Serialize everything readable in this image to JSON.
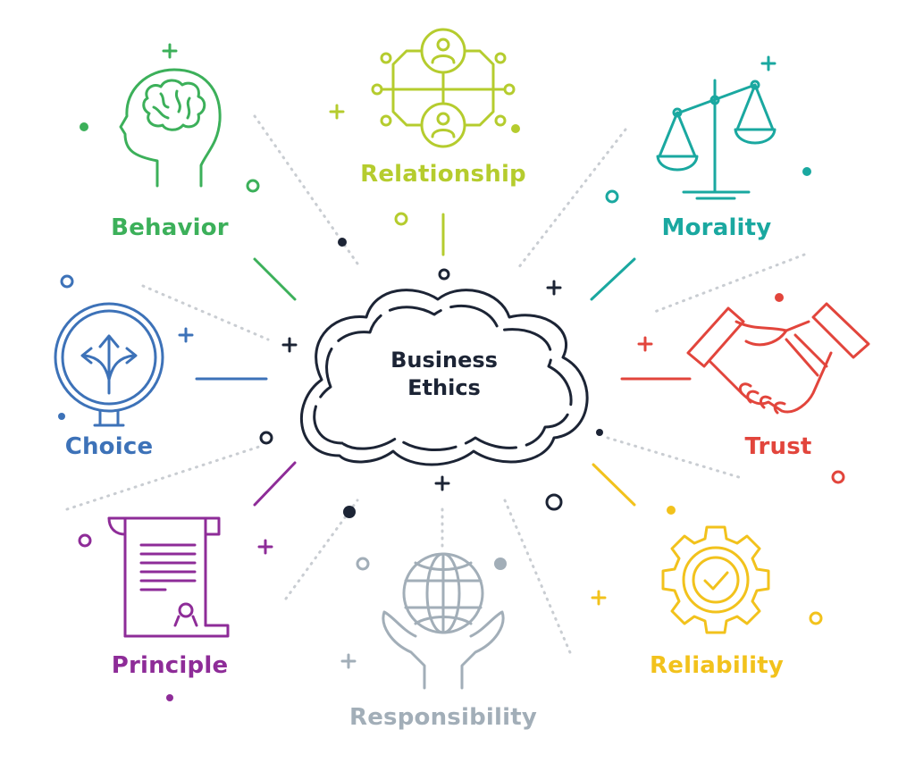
{
  "center": {
    "line1": "Business",
    "line2": "Ethics",
    "color": "#1c2435"
  },
  "nodes": [
    {
      "id": "behavior",
      "label": "Behavior",
      "icon": "brain-head-icon",
      "color": "#3cb05a"
    },
    {
      "id": "relationship",
      "label": "Relationship",
      "icon": "people-network-icon",
      "color": "#b5cc2e"
    },
    {
      "id": "morality",
      "label": "Morality",
      "icon": "scales-of-justice-icon",
      "color": "#1aa8a0"
    },
    {
      "id": "choice",
      "label": "Choice",
      "icon": "direction-arrows-icon",
      "color": "#3d72b8"
    },
    {
      "id": "trust",
      "label": "Trust",
      "icon": "handshake-icon",
      "color": "#e2453c"
    },
    {
      "id": "principle",
      "label": "Principle",
      "icon": "scroll-document-icon",
      "color": "#8e2c98"
    },
    {
      "id": "responsibility",
      "label": "Responsibility",
      "icon": "globe-in-hands-icon",
      "color": "#a2aeb8"
    },
    {
      "id": "reliability",
      "label": "Reliability",
      "icon": "gear-checkmark-icon",
      "color": "#f2c21c"
    }
  ]
}
